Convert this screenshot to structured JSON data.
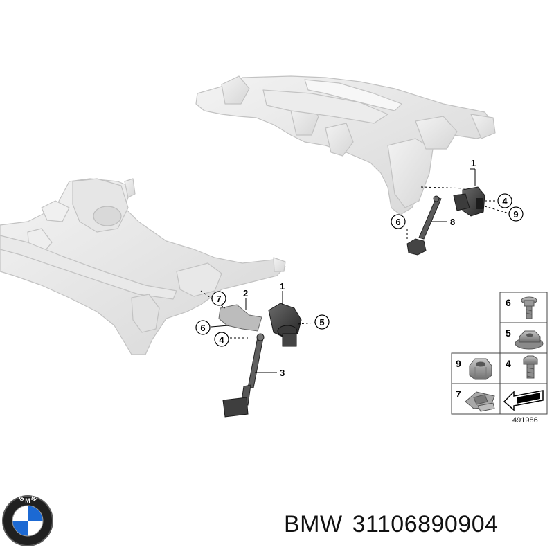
{
  "callouts": [
    {
      "id": "c1-rear",
      "label": "1"
    },
    {
      "id": "c4-rear",
      "label": "4"
    },
    {
      "id": "c9-rear",
      "label": "9"
    },
    {
      "id": "c6-rear",
      "label": "6"
    },
    {
      "id": "c8-rear",
      "label": "8"
    },
    {
      "id": "c7-front",
      "label": "7"
    },
    {
      "id": "c2-front",
      "label": "2"
    },
    {
      "id": "c1-front",
      "label": "1"
    },
    {
      "id": "c6-front",
      "label": "6"
    },
    {
      "id": "c5-front",
      "label": "5"
    },
    {
      "id": "c4-front",
      "label": "4"
    },
    {
      "id": "c3-front",
      "label": "3"
    }
  ],
  "legend": {
    "cells": [
      {
        "label": "6",
        "icon": "flange-bolt-icon"
      },
      {
        "label": "5",
        "icon": "flange-nut-icon"
      },
      {
        "label": "9",
        "icon": "hex-nut-icon"
      },
      {
        "label": "4",
        "icon": "hex-bolt-icon"
      },
      {
        "label": "7",
        "icon": "clip-icon"
      },
      {
        "label": "",
        "icon": "direction-arrow-icon"
      }
    ],
    "reference": "491986"
  },
  "brand": {
    "logo_letters": "BMW",
    "name": "BMW",
    "part_number": "31106890904"
  }
}
